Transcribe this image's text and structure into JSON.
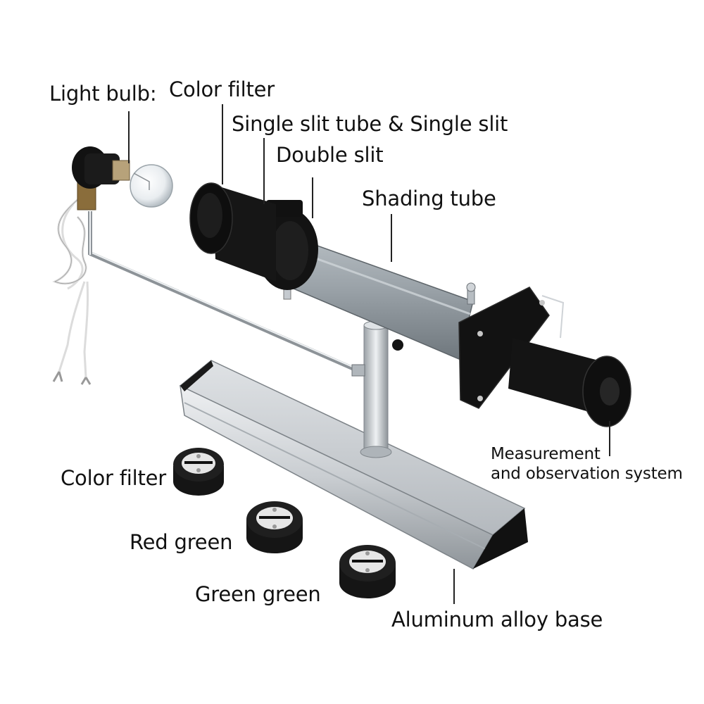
{
  "labels": {
    "light_bulb": "Light bulb:",
    "color_filter_top": "Color filter",
    "single_slit": "Single slit tube & Single slit",
    "double_slit": "Double slit",
    "shading_tube": "Shading tube",
    "measurement_line1": "Measurement",
    "measurement_line2": "and observation system",
    "color_filter_bottom": "Color filter",
    "red_green": "Red green",
    "green_green": "Green green",
    "aluminum_base": "Aluminum alloy base"
  },
  "colors": {
    "label_text": "#111111",
    "leader_line": "#222222",
    "tube_black": "#141414",
    "shading_tube_gray": "#9aa2a8",
    "aluminum": "#c9cdd1"
  }
}
